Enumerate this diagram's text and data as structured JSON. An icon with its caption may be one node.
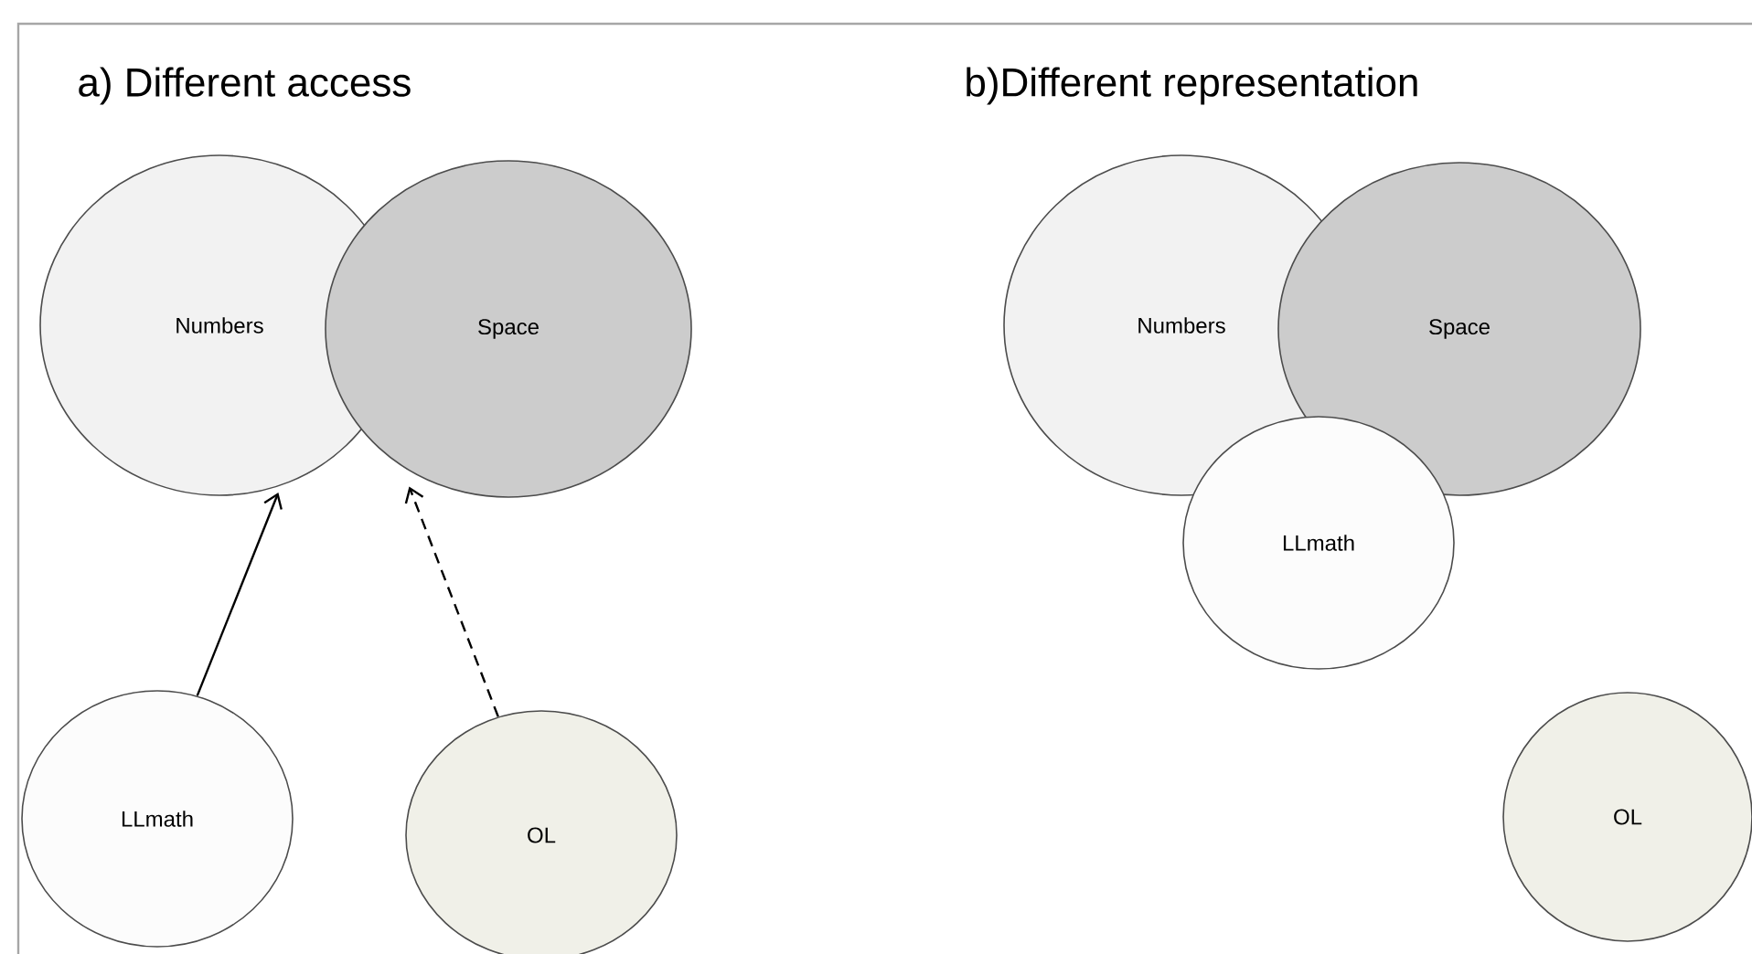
{
  "diagram": {
    "nodes": [
      {
        "text": [
          "Numbers"
        ]
      },
      {
        "text": [
          "Space"
        ]
      },
      {
        "text": [
          "LLmath"
        ]
      },
      {
        "text": [
          "OL"
        ]
      },
      {
        "text": [
          "Numbers"
        ]
      },
      {
        "text": [
          "Space"
        ]
      },
      {
        "text": [
          "LLmath"
        ]
      },
      {
        "text": [
          "OL"
        ]
      }
    ],
    "edges": [
      {
        "from": 2,
        "to": 0,
        "arrow": "to"
      },
      {
        "from": 3,
        "to": 1,
        "arrow": "to",
        "style": "dashed"
      }
    ],
    "labels": [
      "a) Different access",
      "b)Different representation"
    ]
  }
}
